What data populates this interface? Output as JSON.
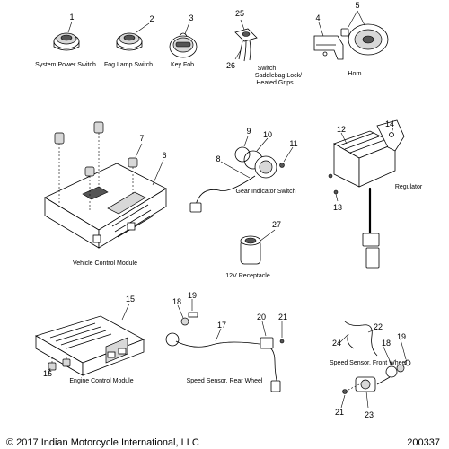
{
  "labels": {
    "system_power_switch": "System Power Switch",
    "fog_lamp_switch": "Fog Lamp Switch",
    "key_fob": "Key Fob",
    "switch_saddlebag": "Switch",
    "saddlebag_lock": "Saddlebag Lock/",
    "heated_grips": "Heated Grips",
    "horn": "Horn",
    "gear_indicator_switch": "Gear Indicator Switch",
    "regulator": "Regulator",
    "vehicle_control_module": "Vehicle Control Module",
    "receptacle_12v": "12V Receptacle",
    "engine_control_module": "Engine Control Module",
    "speed_sensor_rear": "Speed Sensor, Rear Wheel",
    "speed_sensor_front": "Speed Sensor, Front Wheel"
  },
  "callouts": {
    "n1": "1",
    "n2": "2",
    "n3": "3",
    "n4": "4",
    "n5": "5",
    "n6": "6",
    "n7": "7",
    "n8": "8",
    "n9": "9",
    "n10": "10",
    "n11": "11",
    "n12": "12",
    "n13": "13",
    "n14": "14",
    "n15": "15",
    "n16": "16",
    "n17": "17",
    "n18a": "18",
    "n19a": "19",
    "n20": "20",
    "n21a": "21",
    "n22": "22",
    "n23": "23",
    "n24": "24",
    "n18b": "18",
    "n19b": "19",
    "n21b": "21",
    "n25": "25",
    "n26": "26",
    "n27": "27"
  },
  "footer": {
    "copyright": "© 2017 Indian Motorcycle International, LLC",
    "drawing_id": "200337"
  }
}
